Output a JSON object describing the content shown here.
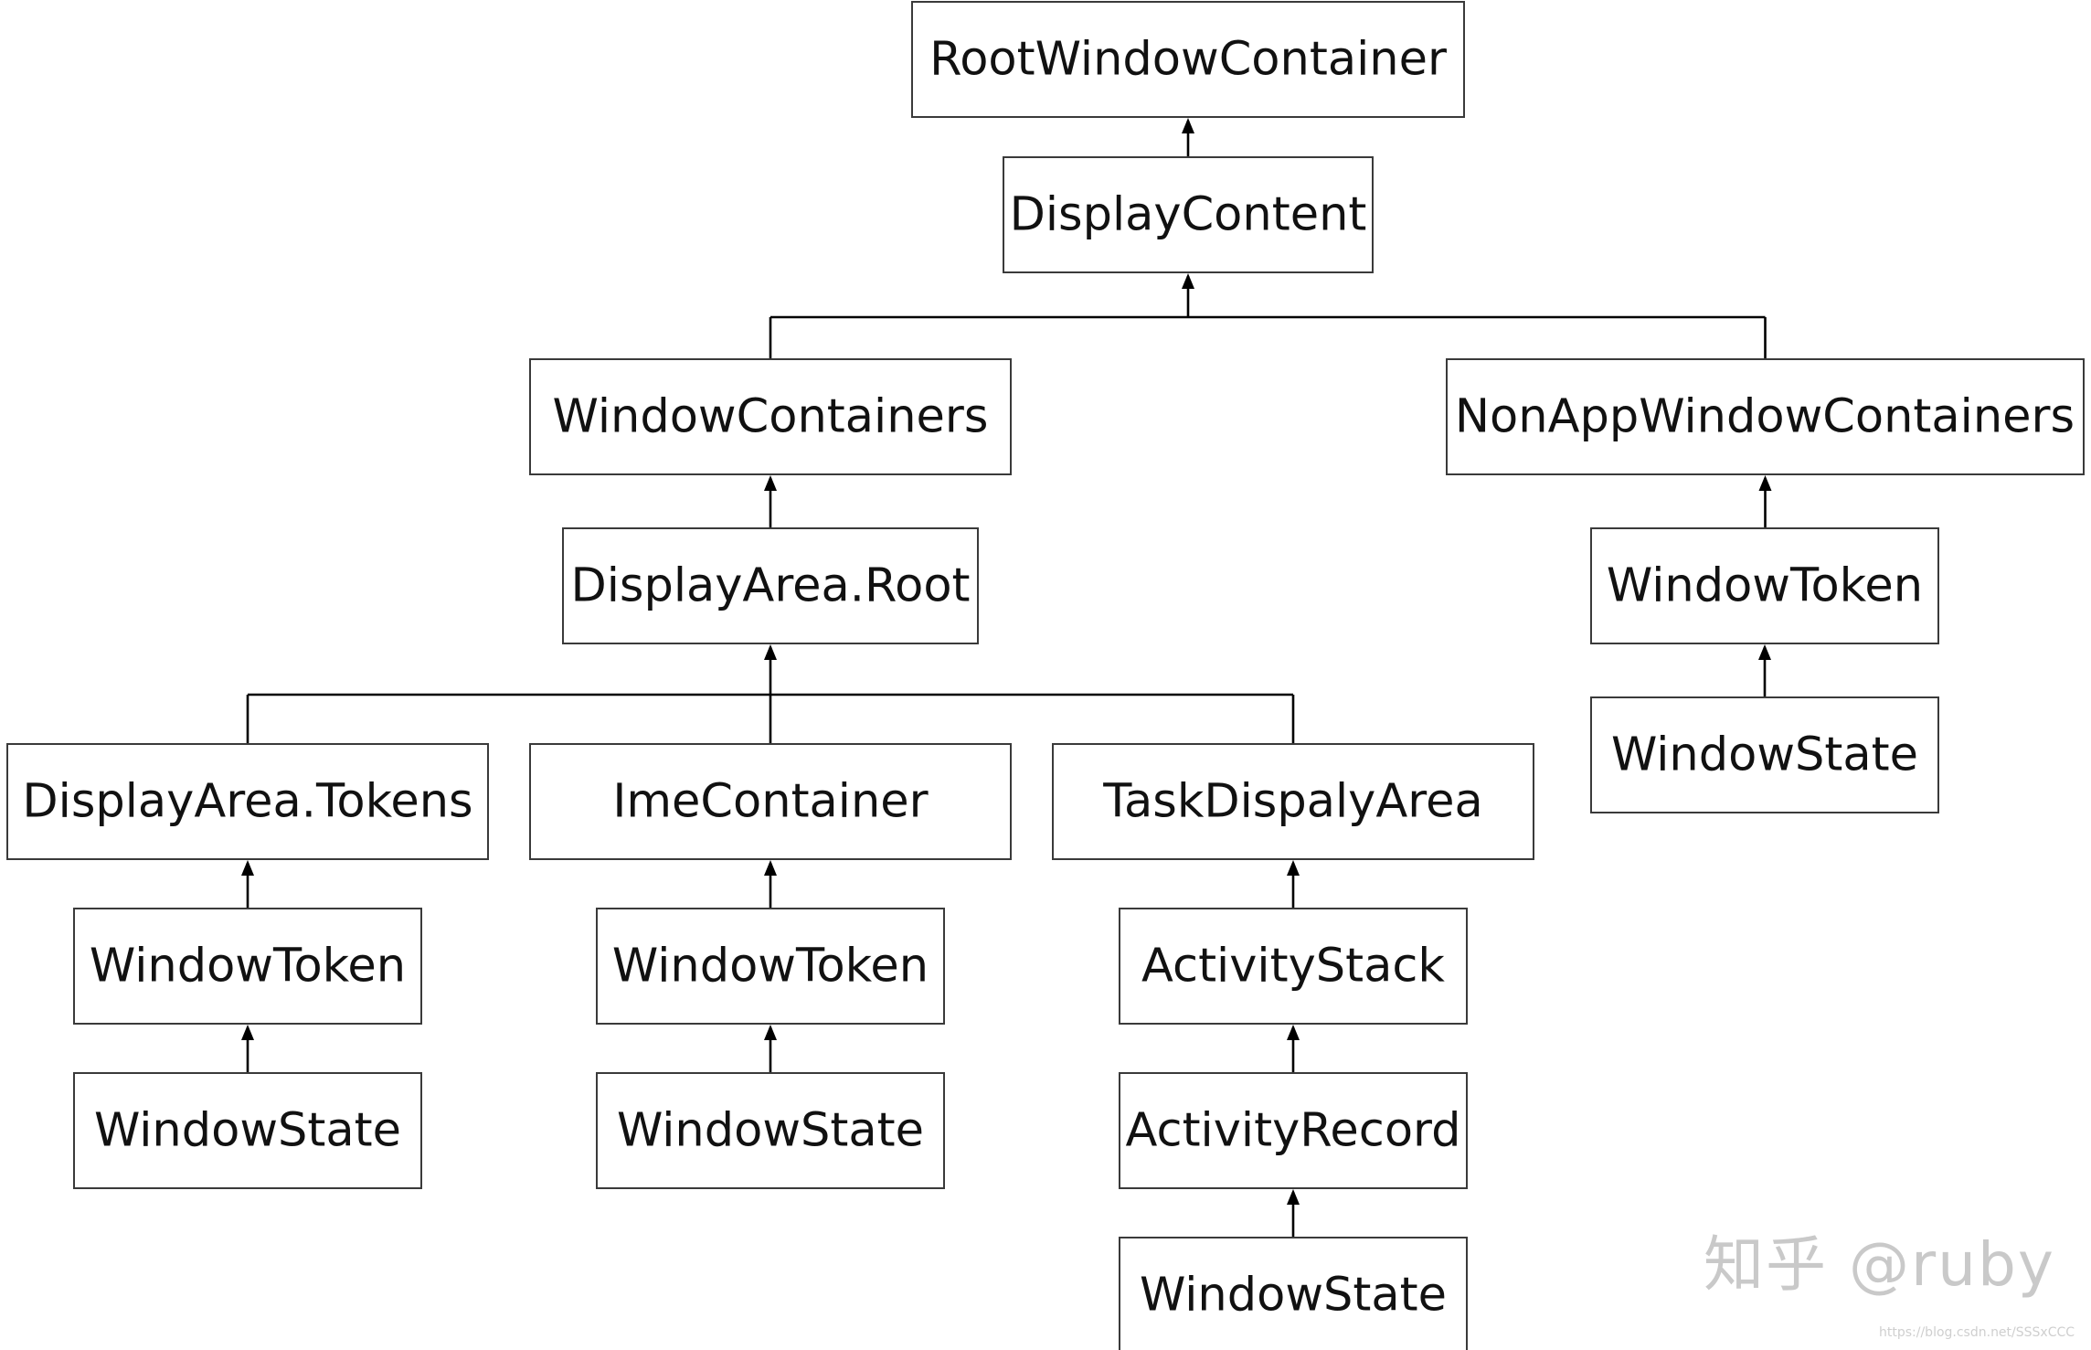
{
  "nodes": {
    "root_window_container": "RootWindowContainer",
    "display_content": "DisplayContent",
    "window_containers": "WindowContainers",
    "non_app_window_containers": "NonAppWindowContainers",
    "display_area_root": "DisplayArea.Root",
    "non_app_window_token": "WindowToken",
    "non_app_window_state": "WindowState",
    "display_area_tokens": "DisplayArea.Tokens",
    "ime_container": "ImeContainer",
    "task_display_area": "TaskDispalyArea",
    "tokens_window_token": "WindowToken",
    "tokens_window_state": "WindowState",
    "ime_window_token": "WindowToken",
    "ime_window_state": "WindowState",
    "activity_stack": "ActivityStack",
    "activity_record": "ActivityRecord",
    "activity_window_state": "WindowState"
  },
  "edges": [
    [
      "display_content",
      "root_window_container"
    ],
    [
      "window_containers",
      "display_content"
    ],
    [
      "non_app_window_containers",
      "display_content"
    ],
    [
      "display_area_root",
      "window_containers"
    ],
    [
      "non_app_window_token",
      "non_app_window_containers"
    ],
    [
      "non_app_window_state",
      "non_app_window_token"
    ],
    [
      "display_area_tokens",
      "display_area_root"
    ],
    [
      "ime_container",
      "display_area_root"
    ],
    [
      "task_display_area",
      "display_area_root"
    ],
    [
      "tokens_window_token",
      "display_area_tokens"
    ],
    [
      "tokens_window_state",
      "tokens_window_token"
    ],
    [
      "ime_window_token",
      "ime_container"
    ],
    [
      "ime_window_state",
      "ime_window_token"
    ],
    [
      "activity_stack",
      "task_display_area"
    ],
    [
      "activity_record",
      "activity_stack"
    ],
    [
      "activity_window_state",
      "activity_record"
    ]
  ],
  "watermark": {
    "text": "知乎 @ruby",
    "url": "https://blog.csdn.net/SSSxCCC"
  }
}
